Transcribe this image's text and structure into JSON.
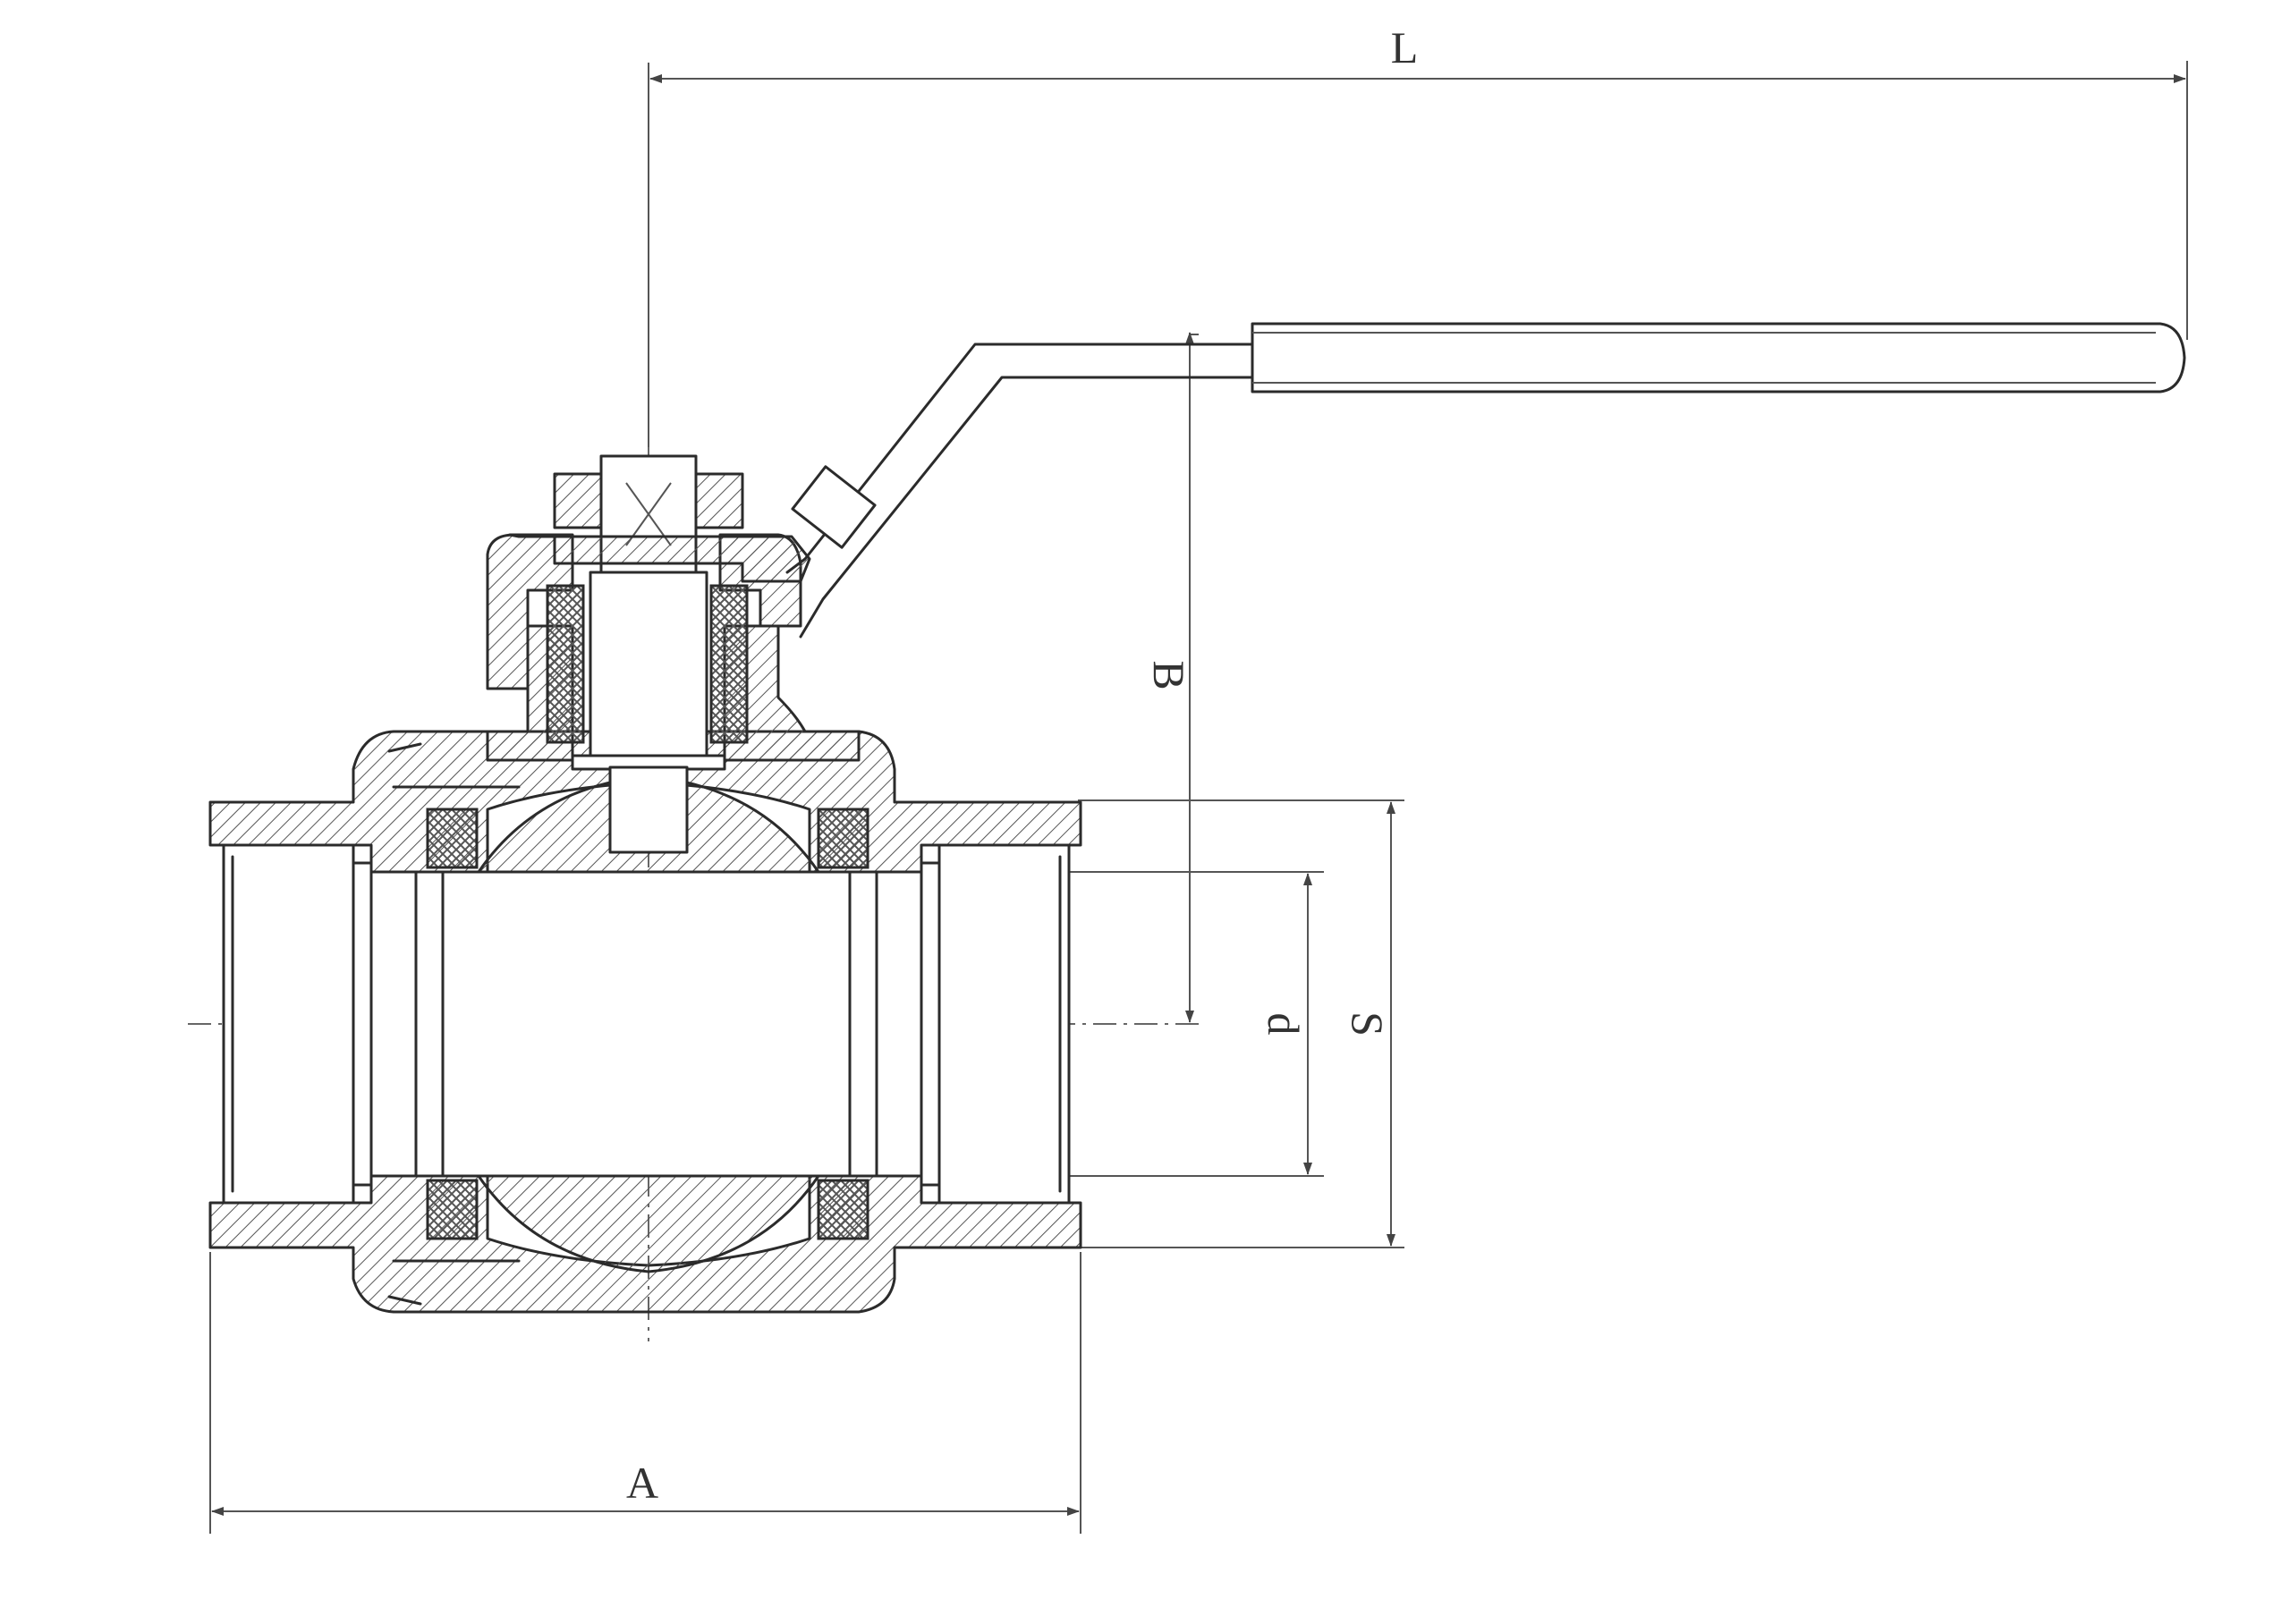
{
  "dimensions": {
    "length_label": "L",
    "height_label": "B",
    "bore_label": "d",
    "thread_label": "S",
    "body_length_label": "A"
  },
  "colors": {
    "line": "#2b2b2b",
    "background": "#ffffff"
  }
}
